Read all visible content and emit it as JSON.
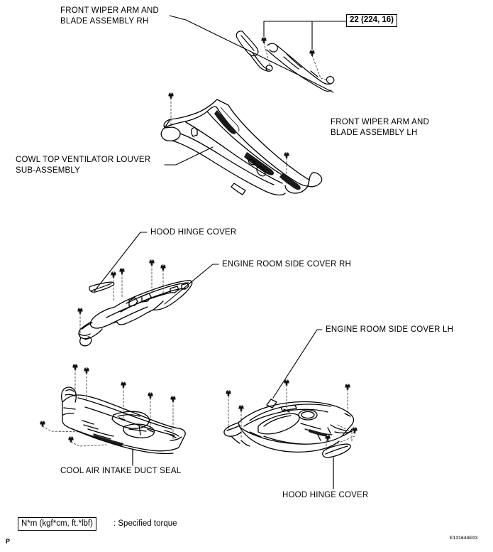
{
  "document": {
    "type": "exploded-parts-diagram",
    "figure_id": "E131644E03",
    "page_marker": "P"
  },
  "labels": {
    "wiper_rh": "FRONT WIPER ARM AND\nBLADE ASSEMBLY RH",
    "wiper_lh": "FRONT WIPER ARM AND\nBLADE ASSEMBLY LH",
    "cowl_louver": "COWL TOP VENTILATOR LOUVER\nSUB-ASSEMBLY",
    "hood_hinge_cover_top": "HOOD HINGE COVER",
    "engine_side_cover_rh": "ENGINE ROOM SIDE COVER RH",
    "engine_side_cover_lh": "ENGINE ROOM SIDE COVER LH",
    "cool_air_duct_seal": "COOL AIR INTAKE DUCT SEAL",
    "hood_hinge_cover_bottom": "HOOD HINGE COVER"
  },
  "torque": {
    "value": "22 (224, 16)",
    "unit_legend": "N*m (kgf*cm, ft.*lbf)",
    "legend_suffix": ": Specified torque"
  },
  "colors": {
    "line": "#000000",
    "background": "#ffffff",
    "fill_dark": "#1a1a1a",
    "dash": "#555555"
  }
}
